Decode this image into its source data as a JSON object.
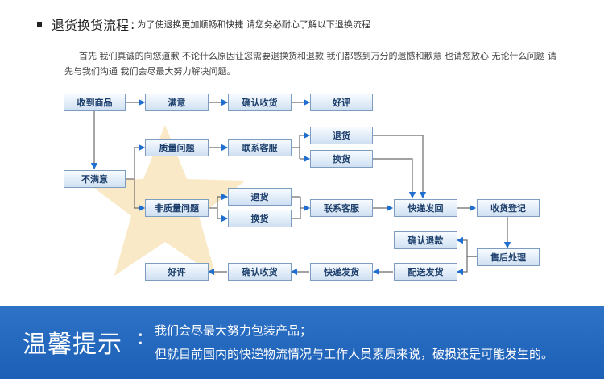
{
  "header": {
    "title": "退货换货流程",
    "colon": ":",
    "subtitle": "为了使退换更加顺畅和快捷 请您务必耐心了解以下退换流程"
  },
  "intro": "首先 我们真诚的向您道歉 不论什么原因让您需要退换货和退款 我们都感到万分的遗憾和歉意 也请您放心 无论什么问题 请先与我们沟通 我们会尽最大努力解决问题。",
  "flow": {
    "receive": "收到商品",
    "satisfied": "满意",
    "confirm_receipt_1": "确认收货",
    "good_review_1": "好评",
    "unsatisfied": "不满意",
    "quality_issue": "质量问题",
    "contact_cs_1": "联系客服",
    "return_1": "退货",
    "exchange_1": "换货",
    "non_quality_issue": "非质量问题",
    "return_2": "退货",
    "exchange_2": "换货",
    "contact_cs_2": "联系客服",
    "express_return": "快递发回",
    "receipt_register": "收货登记",
    "confirm_refund": "确认退款",
    "after_sales": "售后处理",
    "good_review_2": "好评",
    "confirm_receipt_2": "确认收货",
    "express_ship": "快递发货",
    "deliver_ship": "配送发货"
  },
  "banner": {
    "title": "温馨提示",
    "colon": ":",
    "line1": "我们会尽最大努力包装产品；",
    "line2": "但就目前国内的快递物流情况与工作人员素质来说，破损还是可能发生的。"
  }
}
